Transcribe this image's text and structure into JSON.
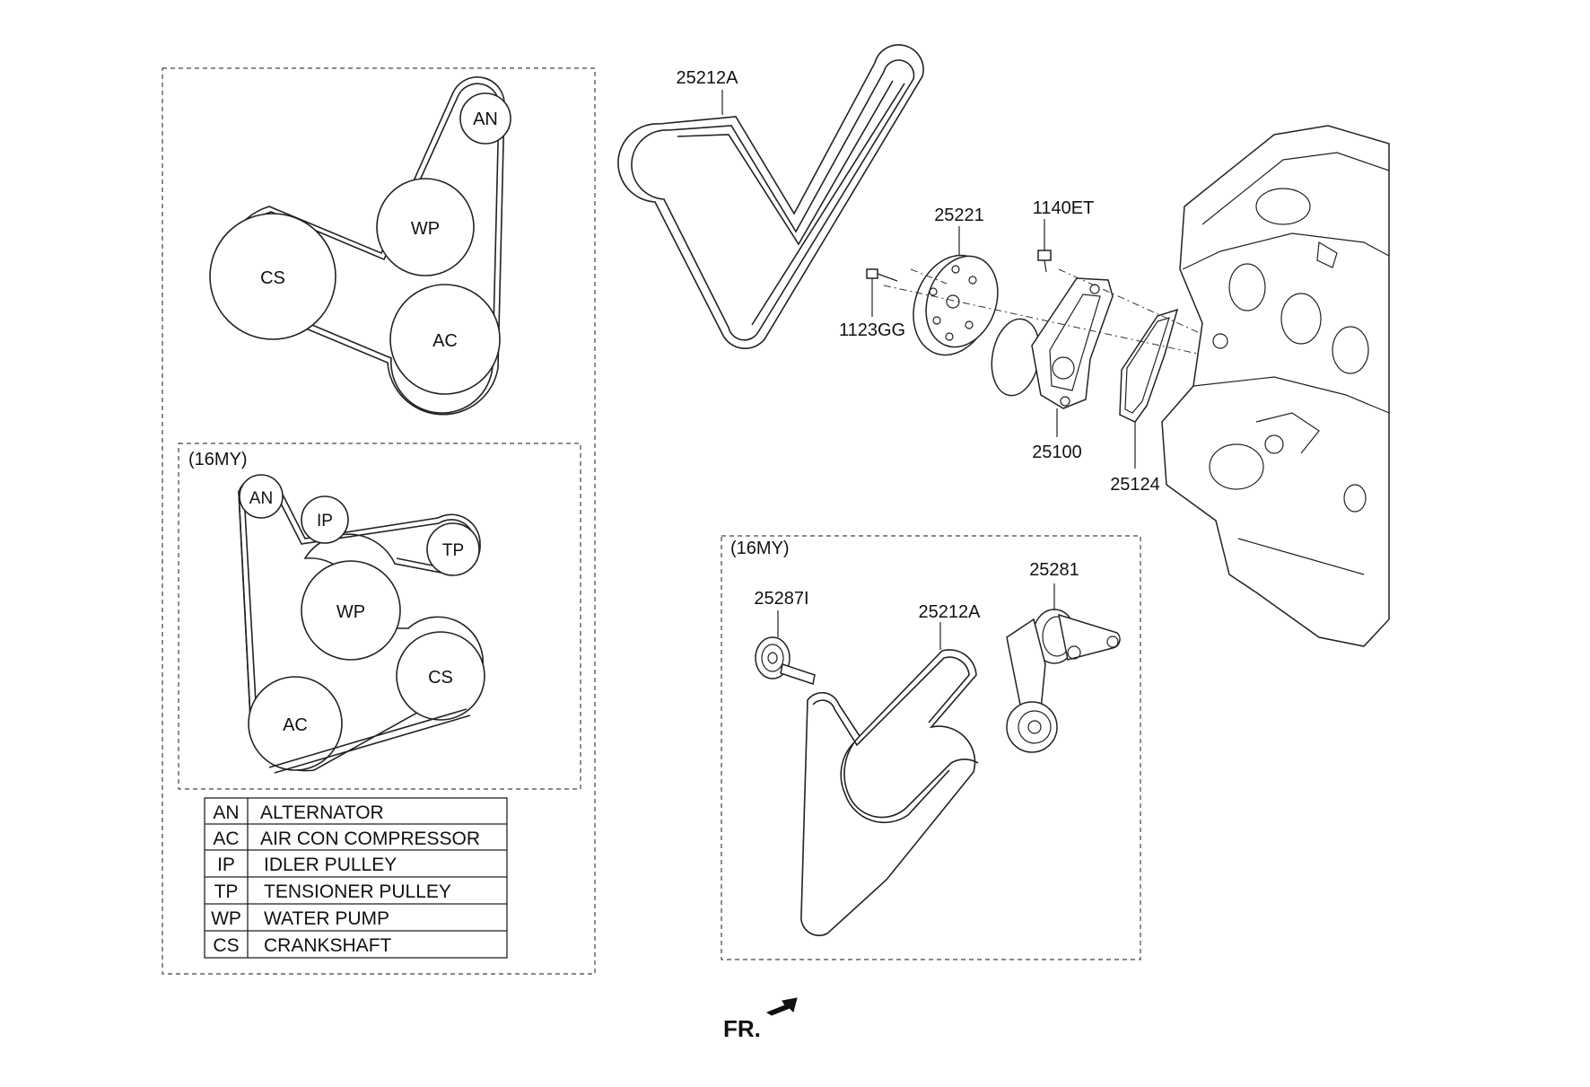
{
  "box_top": {
    "pulleys": [
      {
        "id": "AN",
        "label": "AN"
      },
      {
        "id": "WP",
        "label": "WP"
      },
      {
        "id": "CS",
        "label": "CS"
      },
      {
        "id": "AC",
        "label": "AC"
      }
    ]
  },
  "box_16my": {
    "tag": "(16MY)",
    "pulleys": [
      {
        "id": "AN",
        "label": "AN"
      },
      {
        "id": "IP",
        "label": "IP"
      },
      {
        "id": "TP",
        "label": "TP"
      },
      {
        "id": "WP",
        "label": "WP"
      },
      {
        "id": "CS",
        "label": "CS"
      },
      {
        "id": "AC",
        "label": "AC"
      }
    ]
  },
  "legend": [
    {
      "code": "AN",
      "name": "ALTERNATOR"
    },
    {
      "code": "AC",
      "name": "AIR CON COMPRESSOR"
    },
    {
      "code": "IP",
      "name": "IDLER PULLEY"
    },
    {
      "code": "TP",
      "name": "TENSIONER PULLEY"
    },
    {
      "code": "WP",
      "name": "WATER PUMP"
    },
    {
      "code": "CS",
      "name": "CRANKSHAFT"
    }
  ],
  "parts": {
    "belt_top": "25212A",
    "pulley": "25221",
    "bolt_right": "1140ET",
    "bolt_left": "1123GG",
    "water_pump": "25100",
    "gasket": "25124"
  },
  "inset_16my": {
    "tag": "(16MY)",
    "idler": "25287I",
    "belt": "25212A",
    "tensioner": "25281"
  },
  "front_indicator": "FR."
}
